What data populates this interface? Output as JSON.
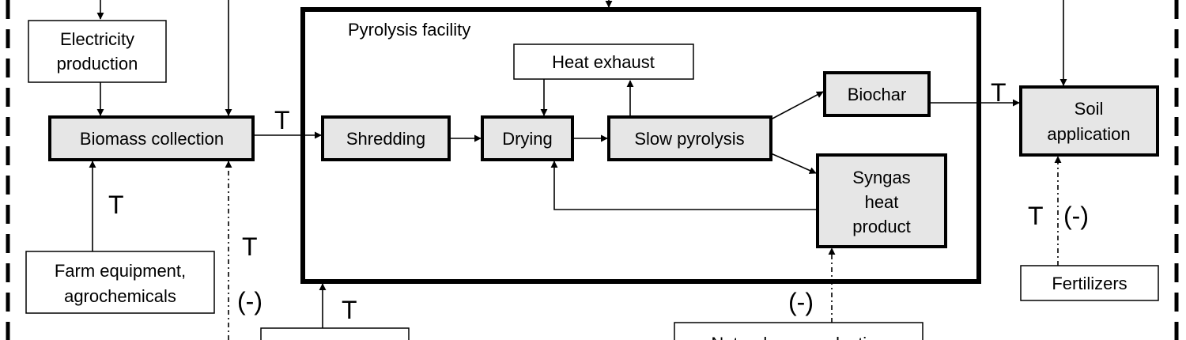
{
  "boxes": {
    "electricity_production": [
      "Electricity",
      "production"
    ],
    "biomass_collection": "Biomass collection",
    "farm_equipment": [
      "Farm equipment,",
      "agrochemicals"
    ],
    "pyrolysis_facility": "Pyrolysis facility",
    "heat_exhaust": "Heat exhaust",
    "shredding": "Shredding",
    "drying": "Drying",
    "slow_pyrolysis": "Slow pyrolysis",
    "biochar": "Biochar",
    "syngas": [
      "Syngas",
      "heat",
      "product"
    ],
    "soil_application": [
      "Soil",
      "application"
    ],
    "fertilizers": "Fertilizers",
    "natural_gas_production": "Natural gas production"
  },
  "markers": {
    "transport": "T",
    "avoided": "(-)"
  }
}
